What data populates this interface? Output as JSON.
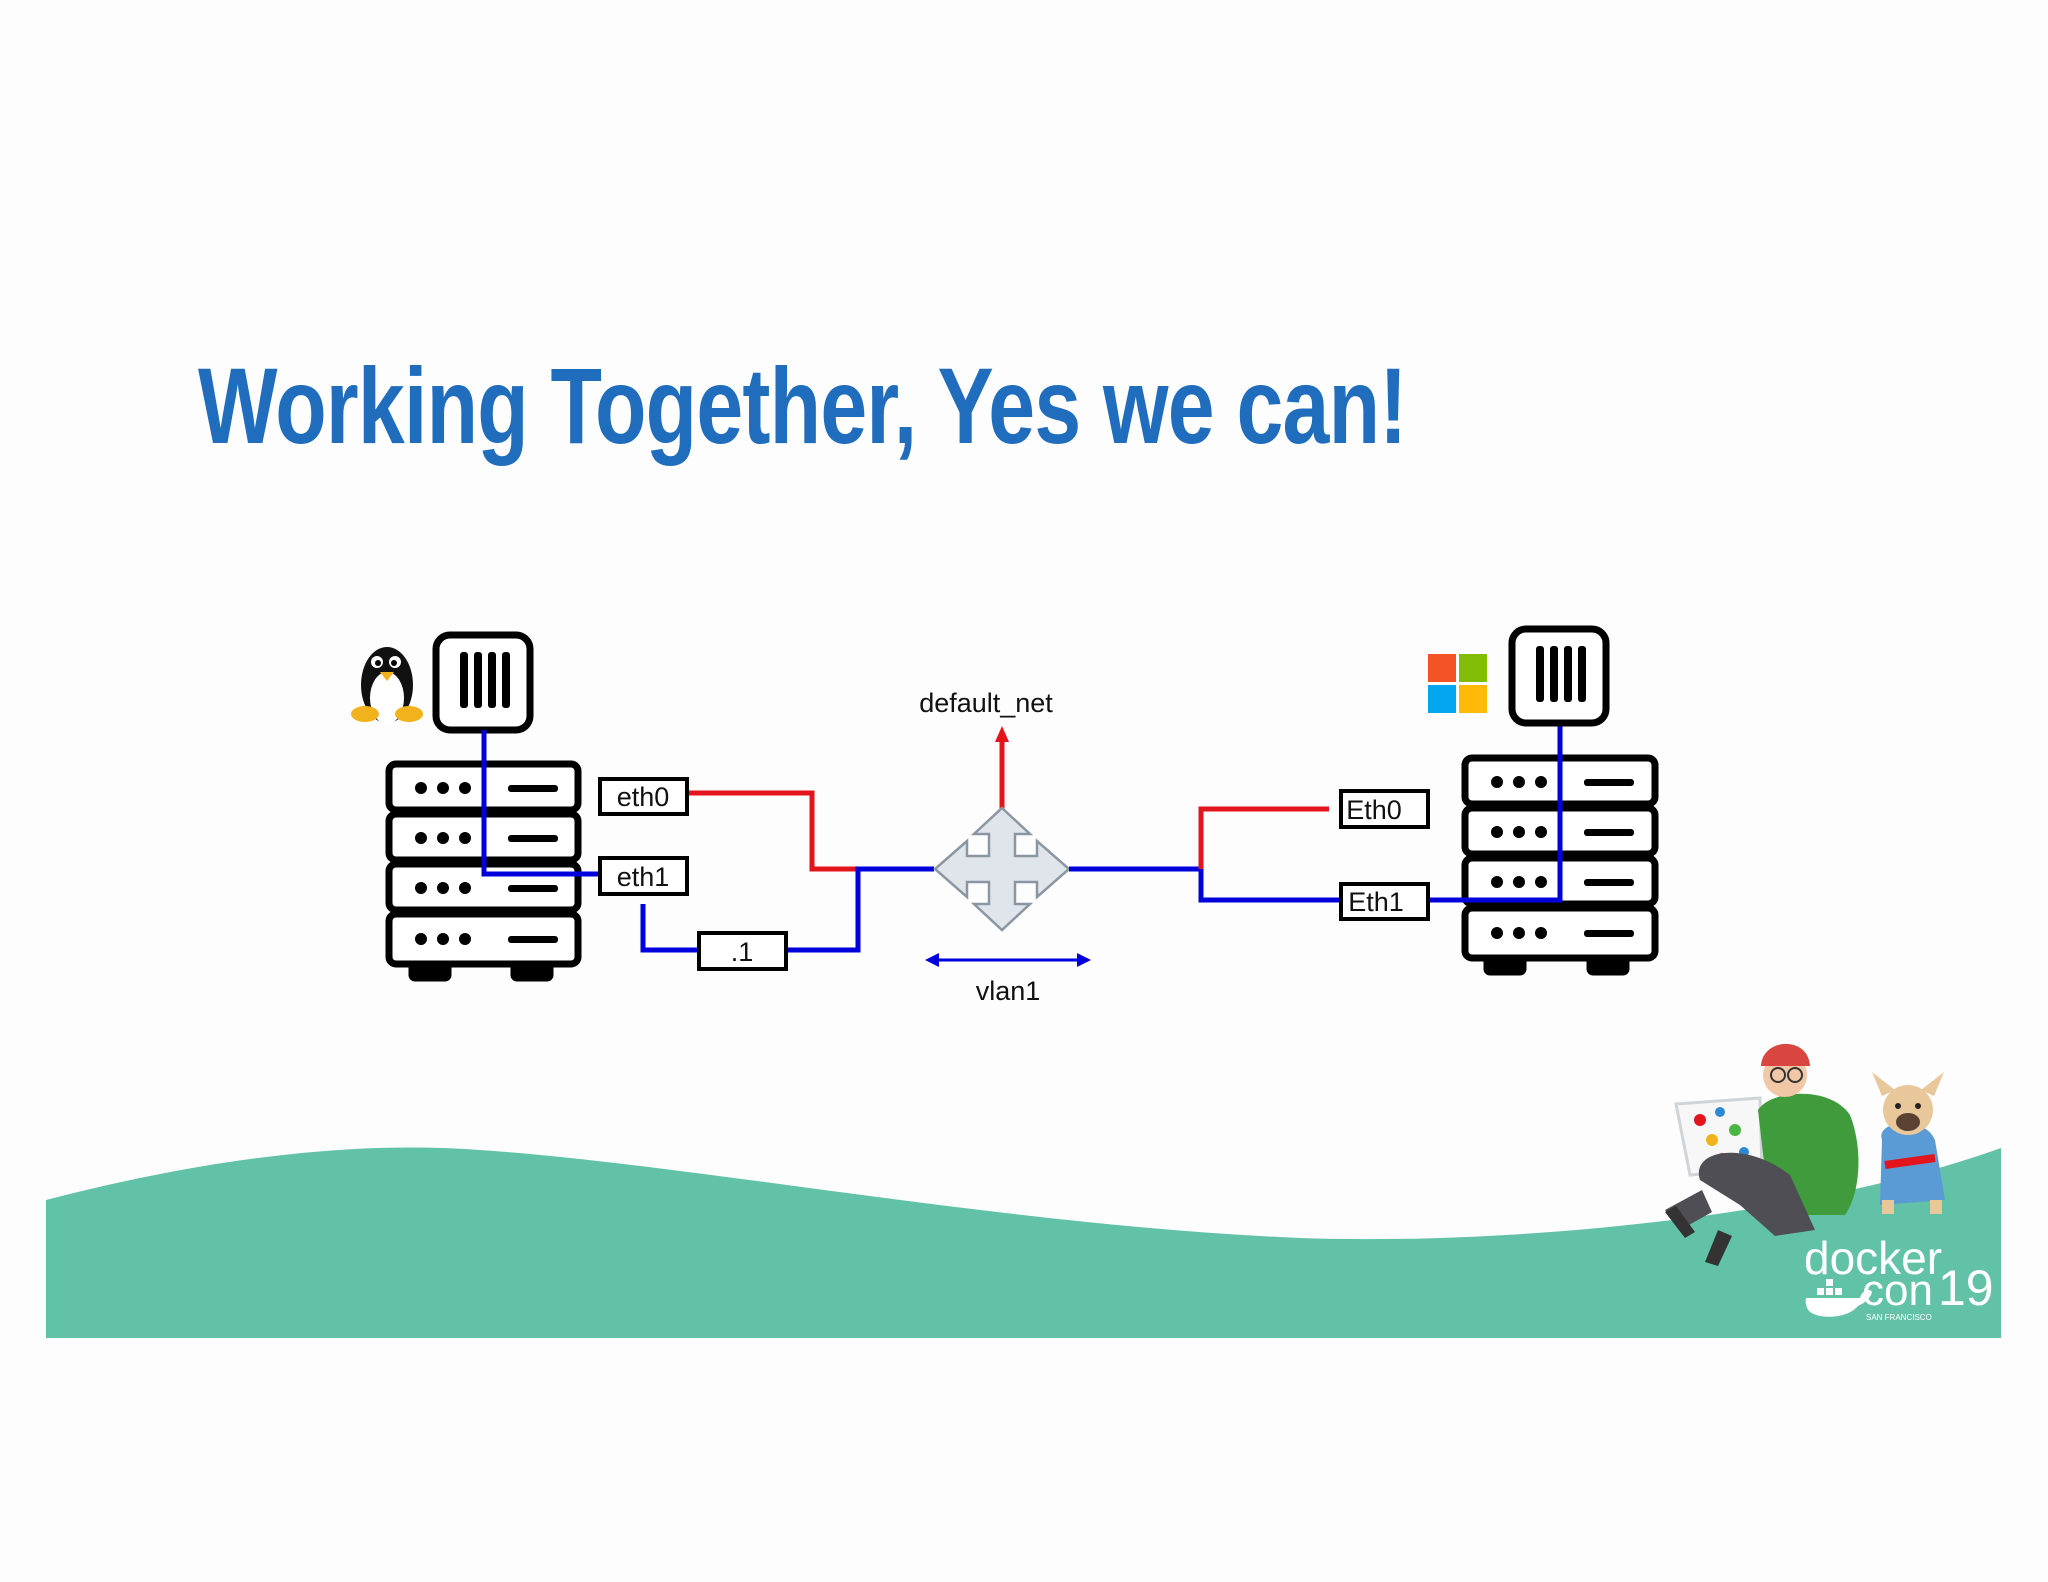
{
  "slide": {
    "title": "Working Together, Yes we can!"
  },
  "diagram": {
    "left_host": {
      "os_icon": "linux-penguin-icon",
      "ports": {
        "eth0": "eth0",
        "eth1": "eth1",
        "gateway": ".1"
      }
    },
    "right_host": {
      "os_icon": "windows-logo-icon",
      "ports": {
        "eth0": "Eth0",
        "eth1": "Eth1"
      }
    },
    "router": {
      "icon": "router-arrows-icon",
      "up_label": "default_net",
      "vlan_label": "vlan1"
    },
    "colors": {
      "vlan_link": "#0000dd",
      "default_link": "#e3141b",
      "router_fill": "#dfe5ea",
      "wave": "#62c2a7",
      "title": "#1f6dbc"
    }
  },
  "branding": {
    "logo_word_top": "docker",
    "logo_word_bottom": "con",
    "logo_number": "19",
    "logo_city": "SAN FRANCISCO",
    "illustration": "person-with-laptop-and-dog-illustration"
  }
}
